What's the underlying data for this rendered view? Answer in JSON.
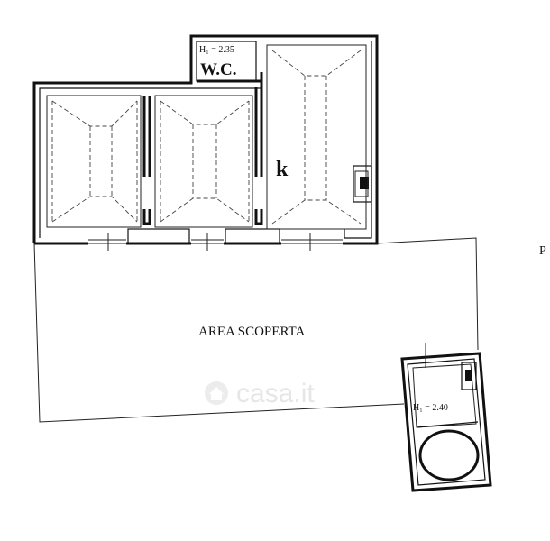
{
  "labels": {
    "wc_height": "H₁ = 2.35",
    "wc": "W.C.",
    "kitchen": "k",
    "open_area": "AREA SCOPERTA",
    "annex_height": "H₁ = 2.40",
    "edge_letter": "P"
  },
  "watermark": {
    "text": "casa.it",
    "icon": "house-icon"
  },
  "colors": {
    "walls": "#111111",
    "watermark": "#e6e6e6",
    "background": "#ffffff"
  }
}
